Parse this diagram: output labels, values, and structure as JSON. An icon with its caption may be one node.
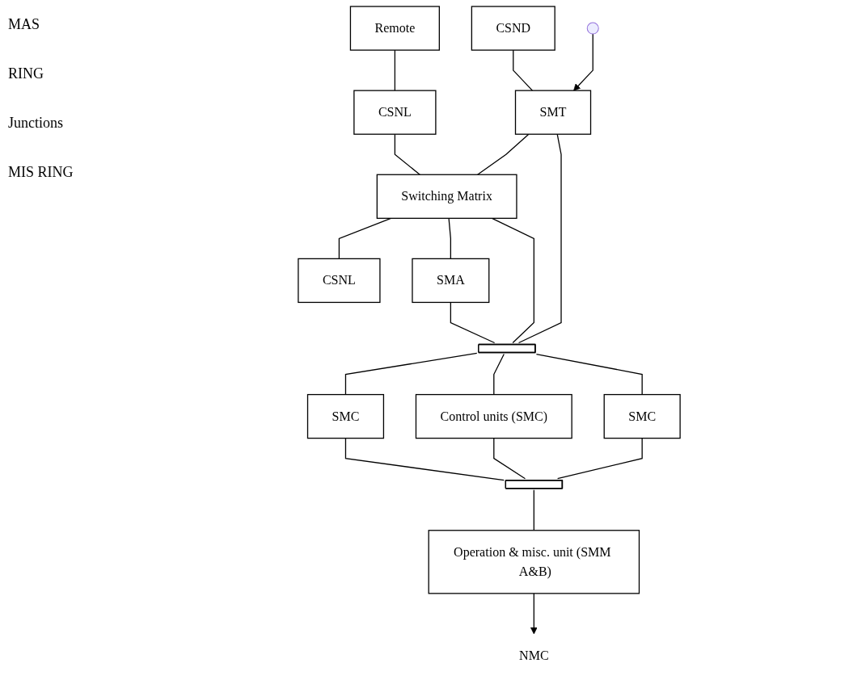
{
  "diagram": {
    "nodes": [
      {
        "text": [
          "Remote"
        ]
      },
      {
        "text": [
          "CSNL"
        ]
      },
      {
        "text": [
          "Switching Matrix"
        ]
      },
      {
        "text": [
          "CSNL"
        ]
      },
      {
        "text": [
          "CSND"
        ]
      },
      {
        "text": [
          "SMT"
        ]
      },
      {
        "text": [
          "SMA"
        ]
      },
      {
        "text": [],
        "shape": "bar"
      },
      {
        "text": [
          "SMC"
        ]
      },
      {
        "text": [
          "Control units (SMC)"
        ]
      },
      {
        "text": [
          "SMC"
        ]
      },
      {
        "text": [],
        "shape": "bar"
      },
      {
        "text": [
          "Operation & misc. unit (SMM  A&B)"
        ]
      },
      {
        "text": [
          "NMC"
        ]
      }
    ],
    "edges": [
      {
        "from": 0,
        "to": 1,
        "arrow": "none"
      },
      {
        "from": 1,
        "to": 2,
        "arrow": "none"
      },
      {
        "from": 2,
        "to": 3,
        "arrow": "none"
      },
      {
        "from": 4,
        "to": 5,
        "arrow": "none"
      },
      {
        "from": 5,
        "to": 2,
        "arrow": "none"
      },
      {
        "from": 2,
        "to": 6,
        "arrow": "none"
      },
      {
        "from": null,
        "to": 5,
        "arrow": "to"
      },
      {
        "from": 5,
        "to": 7,
        "arrow": "none"
      },
      {
        "from": 2,
        "to": 7,
        "arrow": "none"
      },
      {
        "from": 6,
        "to": 7,
        "arrow": "none"
      },
      {
        "from": 7,
        "to": 8,
        "arrow": "none"
      },
      {
        "from": 7,
        "to": 9,
        "arrow": "none"
      },
      {
        "from": 7,
        "to": 10,
        "arrow": "none"
      },
      {
        "from": 8,
        "to": 11,
        "arrow": "none"
      },
      {
        "from": 9,
        "to": 11,
        "arrow": "none"
      },
      {
        "from": 10,
        "to": 11,
        "arrow": "none"
      },
      {
        "from": 11,
        "to": 12,
        "arrow": "none"
      },
      {
        "from": 12,
        "to": 13,
        "arrow": "to"
      }
    ],
    "labels": [
      "MAS",
      "RING",
      "Junctions",
      "MIS RING"
    ]
  }
}
